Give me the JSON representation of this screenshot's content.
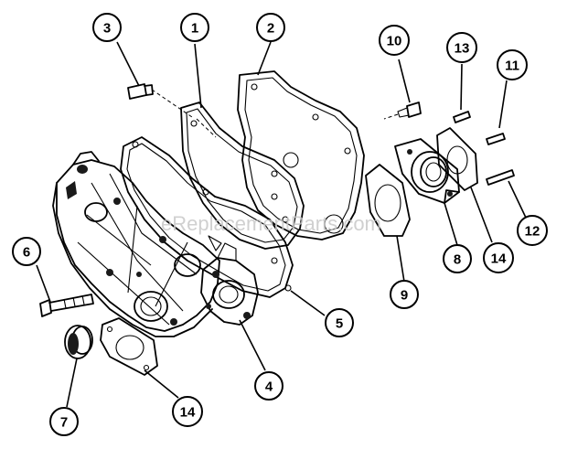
{
  "watermark": "eReplacementParts.com",
  "callouts": [
    {
      "id": "callout-1",
      "label": "1"
    },
    {
      "id": "callout-2",
      "label": "2"
    },
    {
      "id": "callout-3",
      "label": "3"
    },
    {
      "id": "callout-4",
      "label": "4"
    },
    {
      "id": "callout-5",
      "label": "5"
    },
    {
      "id": "callout-6",
      "label": "6"
    },
    {
      "id": "callout-7",
      "label": "7"
    },
    {
      "id": "callout-8",
      "label": "8"
    },
    {
      "id": "callout-9",
      "label": "9"
    },
    {
      "id": "callout-10",
      "label": "10"
    },
    {
      "id": "callout-11",
      "label": "11"
    },
    {
      "id": "callout-12",
      "label": "12"
    },
    {
      "id": "callout-13",
      "label": "13"
    },
    {
      "id": "callout-14a",
      "label": "14"
    },
    {
      "id": "callout-14b",
      "label": "14"
    }
  ]
}
